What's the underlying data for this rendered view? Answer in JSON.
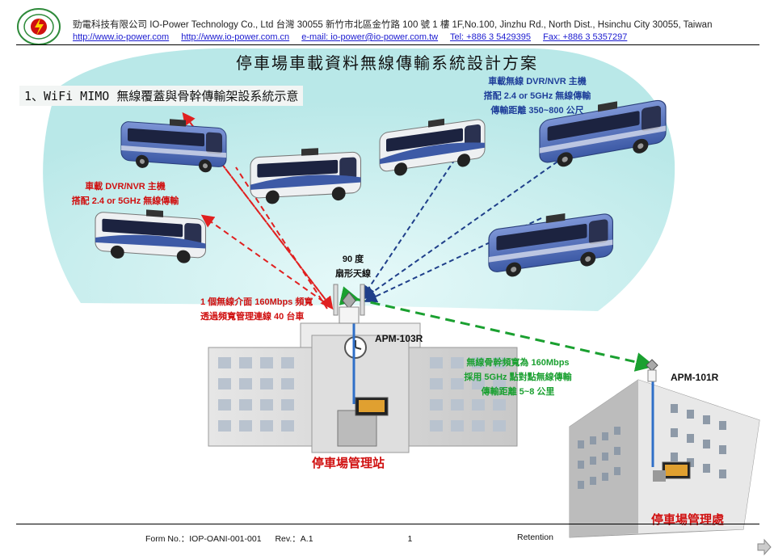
{
  "header": {
    "company_line": "勁電科技有限公司 IO-Power Technology Co., Ltd     台灣 30055 新竹市北區金竹路 100 號 1 樓  1F,No.100, Jinzhu Rd., North Dist., Hsinchu City 30055, Taiwan",
    "web1": "http://www.io-power.com",
    "web2": "http://www.io-power.com.cn",
    "email": "e-mail: io-power@io-power.com.tw",
    "tel": "Tel: +886 3 5429395",
    "fax": "Fax: +886 3 5357297"
  },
  "title": "停車場車載資料無線傳輸系統設計方案",
  "subtitle": "1、WiFi MIMO 無線覆蓋與骨幹傳輸架設系統示意",
  "labels": {
    "vehicle_blue_1": "車載無線 DVR/NVR 主機",
    "vehicle_blue_2": "搭配 2.4 or 5GHz 無線傳輸",
    "vehicle_blue_3": "傳輸距離 350~800 公尺",
    "vehicle_red_1": "車載 DVR/NVR 主機",
    "vehicle_red_2": "搭配 2.4 or 5GHz 無線傳輸",
    "antenna_1": "90 度",
    "antenna_2": "扇形天線",
    "bandwidth_1": "1 個無線介面 160Mbps 頻寬",
    "bandwidth_2": "透過頻寬管理連線 40 台車",
    "backbone_1": "無線骨幹頻寬為 160Mbps",
    "backbone_2": "採用 5GHz 點對點無線傳輸",
    "backbone_3": "傳輸距離 5~8 公里",
    "apm103": "APM-103R",
    "apm101": "APM-101R",
    "station": "停車場管理站",
    "office": "停車場管理處"
  },
  "footer": {
    "form": "Form No.：IOP-OANI-001-001",
    "rev": "Rev.：A.1",
    "page": "1",
    "retention": "Retention"
  },
  "colors": {
    "coverage": "#c2ecec",
    "bus_body": "#5b79c4",
    "link_red": "#e02020",
    "link_blue": "#1f3f8a",
    "link_green": "#1aa030"
  }
}
